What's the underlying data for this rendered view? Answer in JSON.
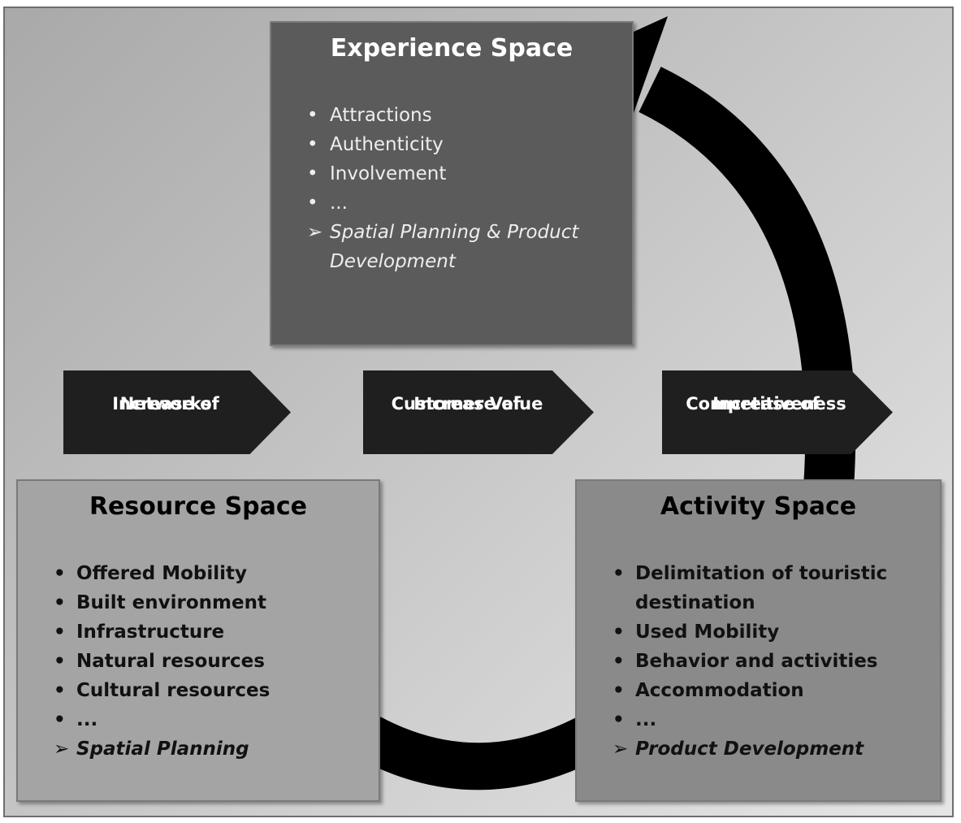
{
  "experience_space": {
    "title": "Experience Space",
    "items": [
      "Attractions",
      "Authenticity",
      "Involvement",
      "..."
    ],
    "conclusion_line1": "Spatial Planning & Product",
    "conclusion_line2": "Development"
  },
  "resource_space": {
    "title": "Resource Space",
    "items": [
      "Offered Mobility",
      "Built environment",
      "Infrastructure",
      "Natural resources",
      "Cultural resources",
      "..."
    ],
    "conclusion": "Spatial Planning"
  },
  "activity_space": {
    "title": "Activity Space",
    "items": [
      "Delimitation of touristic destination",
      "Used Mobility",
      "Behavior and activities",
      "Accommodation",
      "..."
    ],
    "conclusion": "Product Development"
  },
  "chevrons": {
    "networks": {
      "line1": "Increase of",
      "line2": "Networks"
    },
    "customer_value": {
      "line1": "Increase of",
      "line2": "Customer Value"
    },
    "competitiveness": {
      "line1": "Increase of",
      "line2": "Competitiveness"
    }
  },
  "symbols": {
    "bullet": "•",
    "arrow_marker": "➢"
  },
  "colors": {
    "experience_box": "#5b5b5b",
    "resource_box": "#a4a4a4",
    "activity_box": "#8a8a8a",
    "cycle_arrow": "#000000",
    "chevron": "#1f1f1f"
  }
}
